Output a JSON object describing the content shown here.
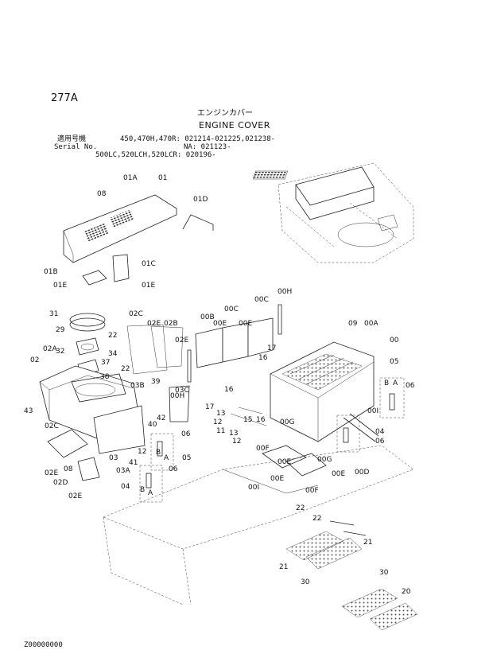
{
  "page": {
    "number": "277A",
    "title_jp": "エンジンカバー",
    "title_en": "ENGINE COVER"
  },
  "serial": {
    "label_jp": "適用号機",
    "label_en": "Serial No.",
    "lines": [
      "450,470H,470R: 021214-021225,021238-",
      "NA: 021123-",
      "500LC,520LCH,520LCR: 020196-"
    ]
  },
  "callouts": [
    "08",
    "01A",
    "01",
    "01D",
    "01B",
    "01C",
    "01E",
    "01E",
    "31",
    "29",
    "22",
    "02C",
    "02B",
    "02E",
    "02E",
    "00B",
    "00E",
    "00C",
    "00C",
    "00E",
    "00H",
    "09",
    "00A",
    "00",
    "02A",
    "02",
    "32",
    "34",
    "37",
    "38",
    "22",
    "17",
    "16",
    "05",
    "B",
    "A",
    "06",
    "43",
    "03B",
    "39",
    "03C",
    "00H",
    "16",
    "17",
    "13",
    "15",
    "12",
    "16",
    "11",
    "13",
    "12",
    "00G",
    "00I",
    "04",
    "06",
    "42",
    "40",
    "06",
    "B",
    "A",
    "05",
    "02C",
    "03",
    "41",
    "12",
    "03A",
    "00F",
    "00E",
    "00G",
    "00E",
    "00D",
    "02E",
    "08",
    "02D",
    "02E",
    "04",
    "06",
    "B",
    "A",
    "00I",
    "00E",
    "00F",
    "22",
    "22",
    "21",
    "21",
    "30",
    "30",
    "20"
  ],
  "footer": {
    "code": "Z00000000"
  }
}
